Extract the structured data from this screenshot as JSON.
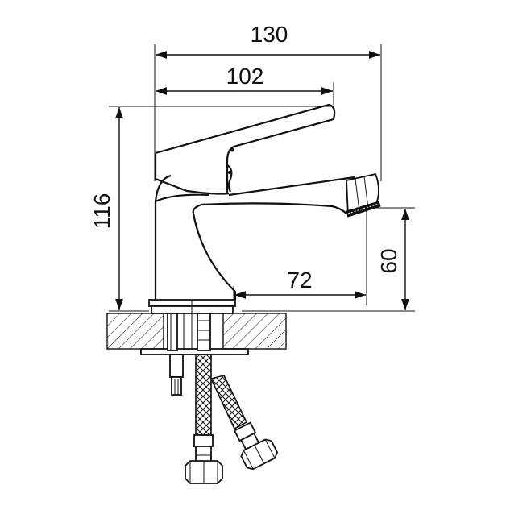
{
  "dimensions": {
    "overall_width": "130",
    "lever_length": "102",
    "overall_height": "116",
    "spout_height": "60",
    "spout_reach": "72"
  },
  "colors": {
    "line": "#111111",
    "background": "#ffffff"
  }
}
